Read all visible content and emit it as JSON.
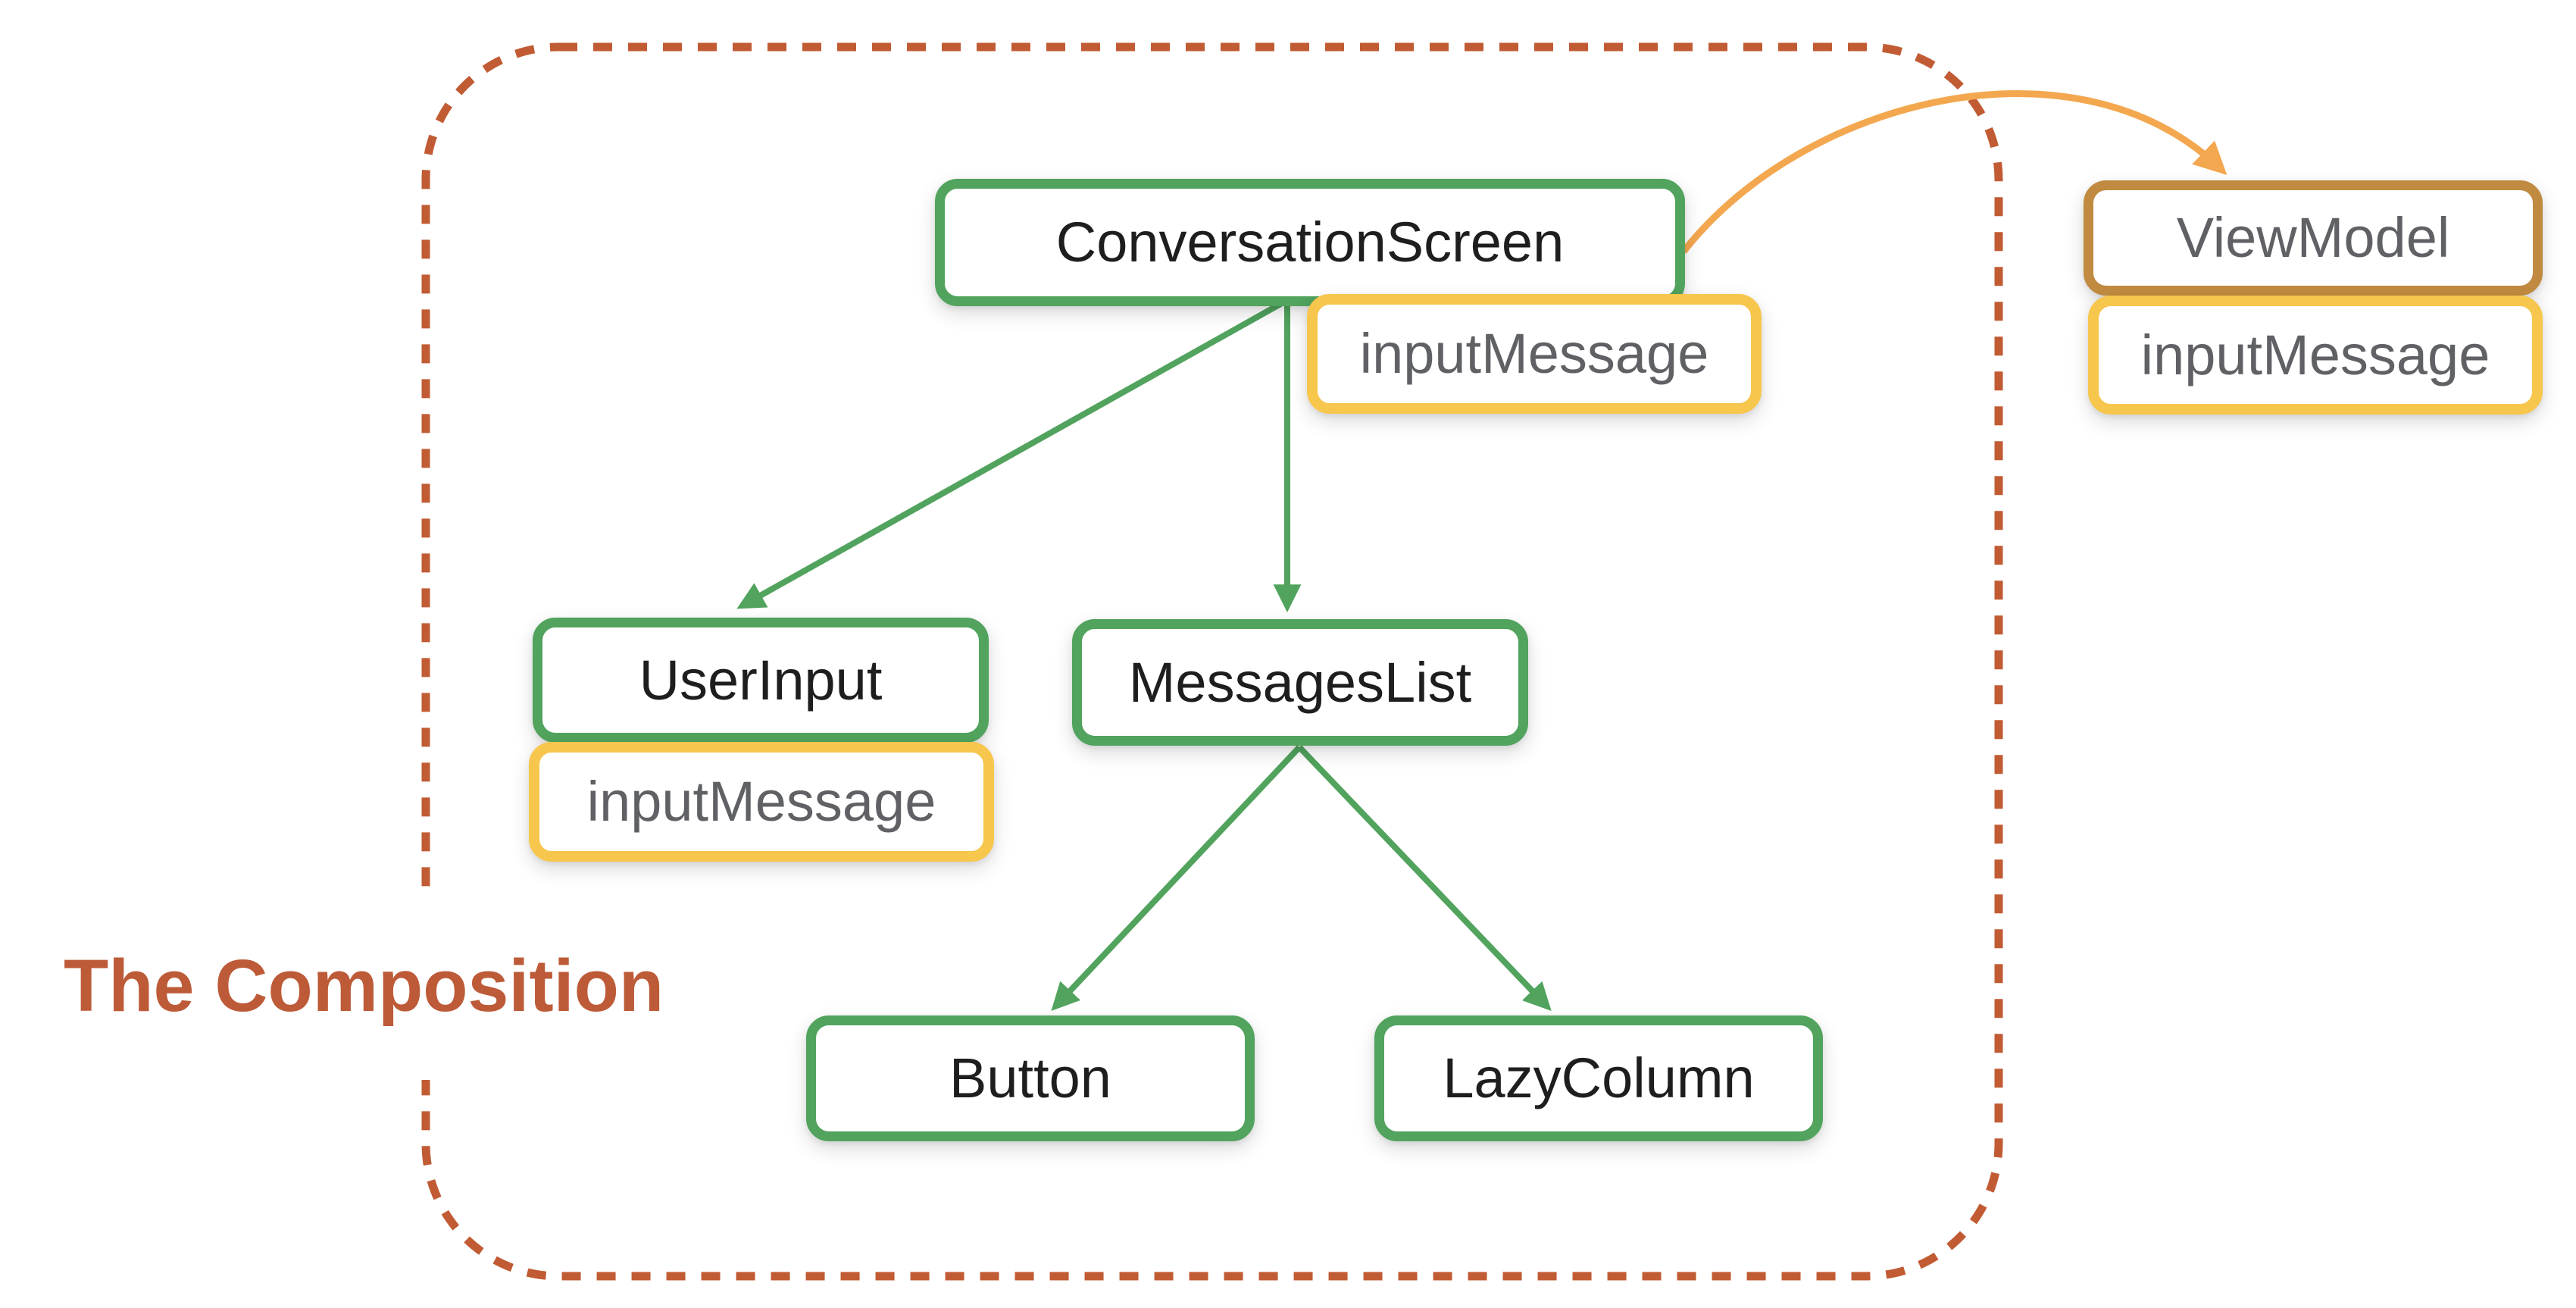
{
  "diagram": {
    "title": "The Composition",
    "nodes": {
      "conversation_screen": {
        "label": "ConversationScreen",
        "kind": "composable"
      },
      "conversation_screen_state": {
        "label": "inputMessage",
        "kind": "state"
      },
      "user_input": {
        "label": "UserInput",
        "kind": "composable"
      },
      "user_input_state": {
        "label": "inputMessage",
        "kind": "state"
      },
      "messages_list": {
        "label": "MessagesList",
        "kind": "composable"
      },
      "button": {
        "label": "Button",
        "kind": "composable"
      },
      "lazy_column": {
        "label": "LazyColumn",
        "kind": "composable"
      },
      "view_model": {
        "label": "ViewModel",
        "kind": "viewmodel"
      },
      "view_model_state": {
        "label": "inputMessage",
        "kind": "state"
      }
    },
    "edges": [
      {
        "from": "ConversationScreen",
        "to": "UserInput",
        "style": "green-arrow"
      },
      {
        "from": "ConversationScreen",
        "to": "MessagesList",
        "style": "green-arrow"
      },
      {
        "from": "MessagesList",
        "to": "Button",
        "style": "green-arrow"
      },
      {
        "from": "MessagesList",
        "to": "LazyColumn",
        "style": "green-arrow"
      },
      {
        "from": "ConversationScreen",
        "to": "ViewModel",
        "style": "orange-curved-arrow"
      }
    ],
    "colors": {
      "composable_border": "#51A35D",
      "state_border": "#F7C64C",
      "viewmodel_border": "#C08A40",
      "hoist_arrow": "#F3A74F",
      "boundary_dash": "#C15B33",
      "title_text": "#BD5B38",
      "state_text": "#5F6165",
      "node_text": "#1E1E1E"
    }
  }
}
